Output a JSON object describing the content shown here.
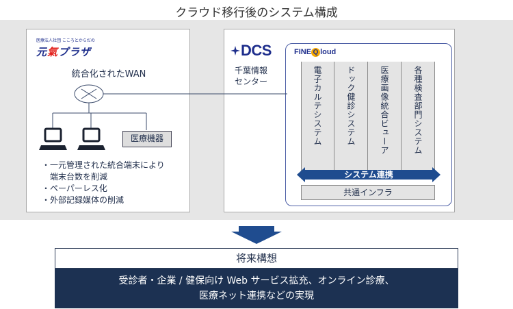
{
  "title": "クラウド移行後のシステム構成",
  "left_panel": {
    "logo_small": "医療法人社団 こころとからだの",
    "logo_main_prefix": "元",
    "logo_main_accent": "氣",
    "logo_main_suffix": "プラザ",
    "wan_label": "統合化されたWAN",
    "device_label": "医療機器",
    "bullets": [
      "・一元管理された統合端末により",
      "　端末台数を削減",
      "・ペーパーレス化",
      "・外部記録媒体の削減"
    ]
  },
  "right_panel": {
    "dcs_logo": "DCS",
    "dcs_label_line1": "千葉情報",
    "dcs_label_line2": "センター",
    "fine_logo_prefix": "FINE",
    "fine_logo_q": "Q",
    "fine_logo_suffix": "loud",
    "systems": [
      "電子カルテシステム",
      "ドック健診システム",
      "医療画像統合ビューア",
      "各種検査部門システム"
    ],
    "link_label": "システム連携",
    "infra_label": "共通インフラ"
  },
  "future": {
    "heading": "将来構想",
    "line1": "受診者・企業 / 健保向け Web サービス拡充、オンライン診療、",
    "line2": "医療ネット連携などの実現"
  },
  "colors": {
    "navy": "#1c3152",
    "brand_blue": "#1e2e8c",
    "accent_red": "#e2211c",
    "link_blue": "#1f4c8f",
    "panel_gray": "#e6e6e6"
  }
}
